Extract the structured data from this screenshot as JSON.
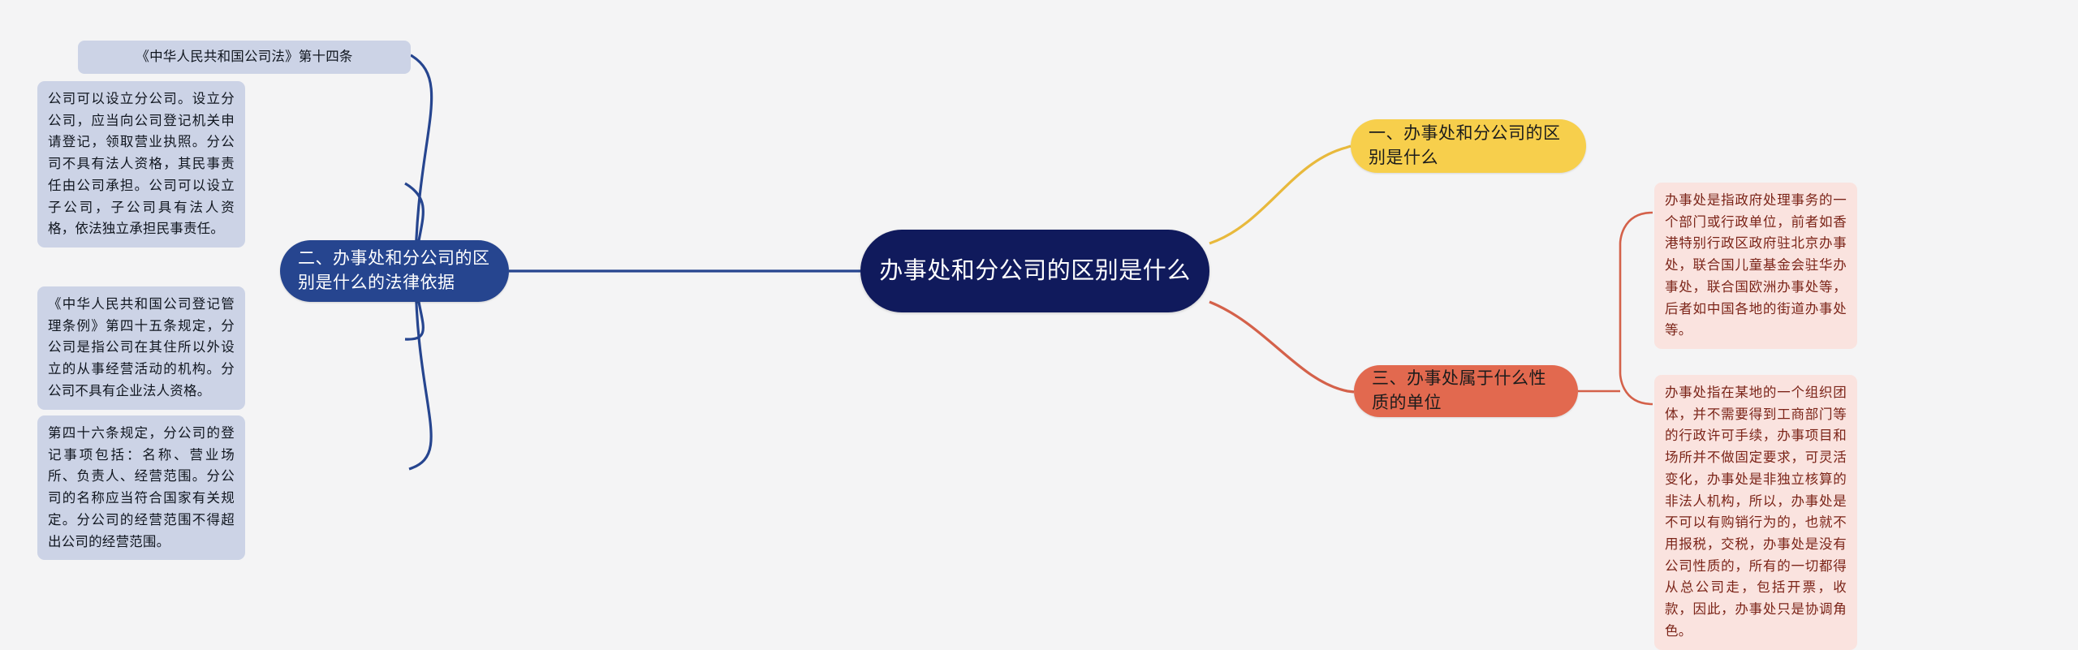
{
  "mindmap": {
    "background_color": "#f4f4f5",
    "center": {
      "label": "办事处和分公司的区别是什么",
      "color": "#101a5c",
      "text_color": "#ffffff"
    },
    "branches": [
      {
        "id": "branch-left",
        "label": "二、办事处和分公司的区别是什么的法律依据",
        "color": "#26458f",
        "text_color": "#ffffff",
        "side": "left",
        "leaves": [
          {
            "id": "leaf-law-14-title",
            "text": "《中华人民共和国公司法》第十四条"
          },
          {
            "id": "leaf-law-14-body",
            "text": "公司可以设立分公司。设立分公司，应当向公司登记机关申请登记，领取营业执照。分公司不具有法人资格，其民事责任由公司承担。公司可以设立子公司，子公司具有法人资格，依法独立承担民事责任。"
          },
          {
            "id": "leaf-reg-45",
            "text": "《中华人民共和国公司登记管理条例》第四十五条规定，分公司是指公司在其住所以外设立的从事经营活动的机构。分公司不具有企业法人资格。"
          },
          {
            "id": "leaf-reg-46",
            "text": "第四十六条规定，分公司的登记事项包括：名称、营业场所、负责人、经营范围。分公司的名称应当符合国家有关规定。分公司的经营范围不得超出公司的经营范围。"
          }
        ]
      },
      {
        "id": "branch-top-right",
        "label": "一、办事处和分公司的区别是什么",
        "color": "#f7cf4c",
        "text_color": "#1c1c1c",
        "side": "right",
        "leaves": [
          {
            "id": "leaf-office-definition",
            "text": "办事处是指政府处理事务的一个部门或行政单位，前者如香港特别行政区政府驻北京办事处，联合国儿童基金会驻华办事处，联合国欧洲办事处等，后者如中国各地的街道办事处等。"
          }
        ]
      },
      {
        "id": "branch-bottom-right",
        "label": "三、办事处属于什么性质的单位",
        "color": "#e2694f",
        "text_color": "#1c1c1c",
        "side": "right",
        "leaves": [
          {
            "id": "leaf-office-nature",
            "text": "办事处指在某地的一个组织团体，并不需要得到工商部门等的行政许可手续，办事项目和场所并不做固定要求，可灵活变化，办事处是非独立核算的非法人机构，所以，办事处是不可以有购销行为的，也就不用报税，交税，办事处是没有公司性质的，所有的一切都得从总公司走，包括开票，收款，因此，办事处只是协调角色。"
          }
        ]
      }
    ],
    "connector_colors": {
      "blue": "#26458f",
      "yellow": "#e8b93c",
      "salmon": "#d4614a"
    }
  }
}
